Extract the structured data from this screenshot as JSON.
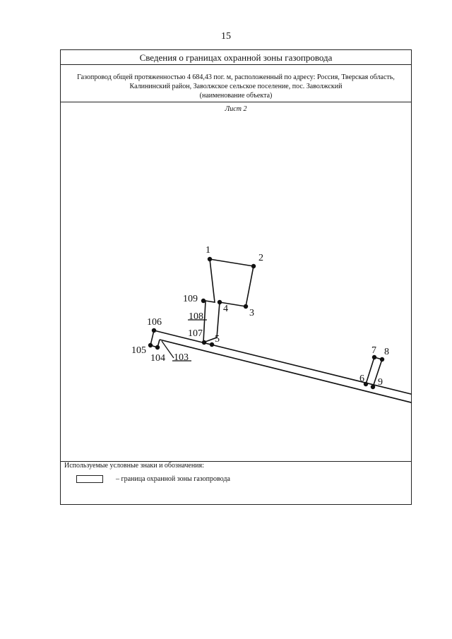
{
  "page_number": "15",
  "header": {
    "title": "Сведения о границах охранной зоны газопровода",
    "description_lines": [
      "Газопровод общей протяженностью 4 684,43 пог. м, расположенный по адресу: Россия, Тверская область,",
      "Калининский район, Заволжское сельское поселение, пос. Заволжский",
      "(наименование объекта)"
    ],
    "sheet_label": "Лист 2"
  },
  "drawing": {
    "points": [
      {
        "label": "1"
      },
      {
        "label": "2"
      },
      {
        "label": "3"
      },
      {
        "label": "4"
      },
      {
        "label": "5"
      },
      {
        "label": "6"
      },
      {
        "label": "7"
      },
      {
        "label": "8"
      },
      {
        "label": "9"
      },
      {
        "label": "103"
      },
      {
        "label": "104"
      },
      {
        "label": "105"
      },
      {
        "label": "106"
      },
      {
        "label": "107"
      },
      {
        "label": "108"
      },
      {
        "label": "109"
      }
    ]
  },
  "legend": {
    "title": "Используемые условные знаки и обозначения:",
    "items": [
      {
        "text": "– граница охранной зоны газопровода"
      }
    ]
  }
}
